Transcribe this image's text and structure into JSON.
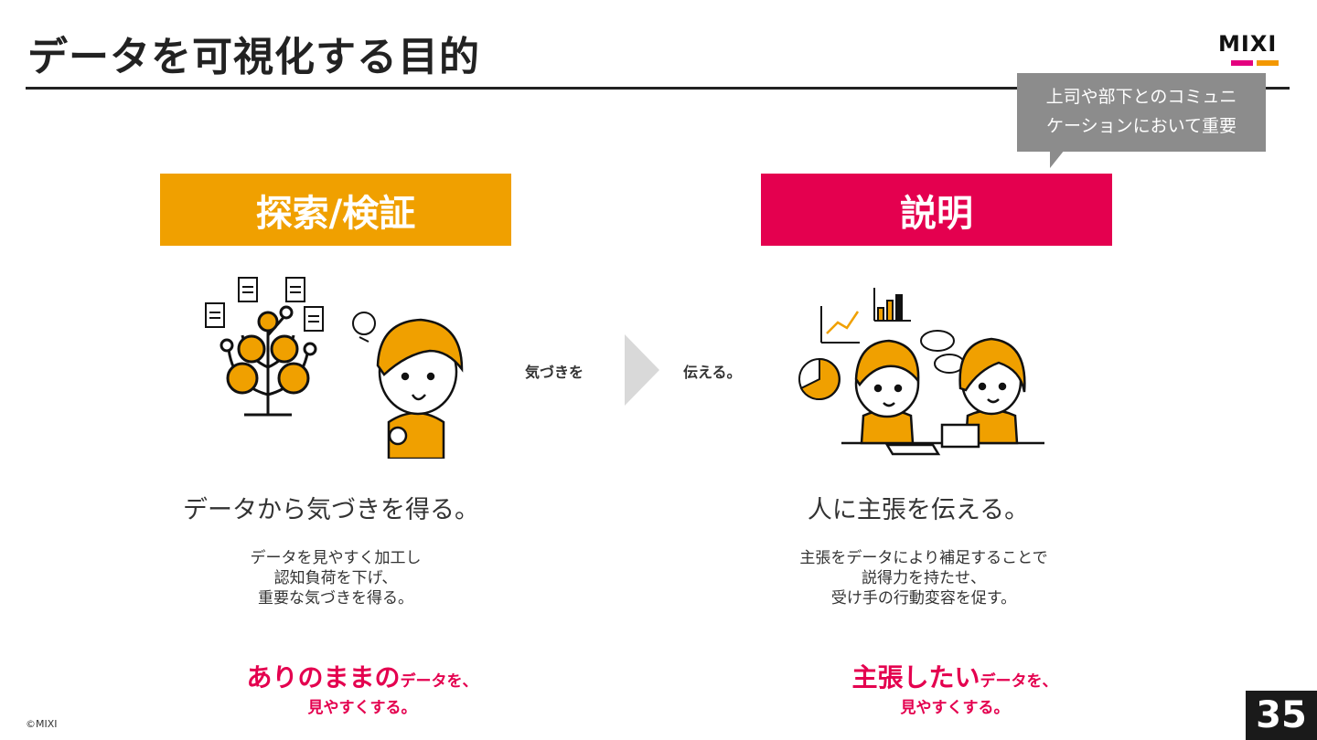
{
  "slide": {
    "title": "データを可視化する目的",
    "page_number": "35",
    "copyright": "©MIXI"
  },
  "logo": {
    "text": "MIXI",
    "bar_colors": [
      "#e4007f",
      "#f39800"
    ]
  },
  "callout": {
    "line1": "上司や部下とのコミュニ",
    "line2": "ケーションにおいて重要"
  },
  "left": {
    "banner": "探索/検証",
    "banner_color": "#f0a000",
    "heading": "データから気づきを得る。",
    "desc": [
      "データを見やすく加工し",
      "認知負荷を下げ、",
      "重要な気づきを得る。"
    ],
    "emph_big": "ありのままの",
    "emph_small": "データを、",
    "emph_line2": "見やすくする。"
  },
  "right": {
    "banner": "説明",
    "banner_color": "#e4004f",
    "heading": "人に主張を伝える。",
    "desc": [
      "主張をデータにより補足することで",
      "説得力を持たせ、",
      "受け手の行動変容を促す。"
    ],
    "emph_big": "主張したい",
    "emph_small": "データを、",
    "emph_line2": "見やすくする。"
  },
  "flow": {
    "from_label": "気づきを",
    "to_label": "伝える。"
  },
  "colors": {
    "accent_pink": "#e4004f",
    "accent_orange": "#f0a000",
    "text": "#222222"
  },
  "icons": [
    "tree-icon",
    "document-icon",
    "lightbulb-icon",
    "person-thinking-icon",
    "line-chart-icon",
    "bar-chart-icon",
    "pie-chart-icon",
    "speech-bubble-icon",
    "people-meeting-icon",
    "chevron-right-icon"
  ]
}
